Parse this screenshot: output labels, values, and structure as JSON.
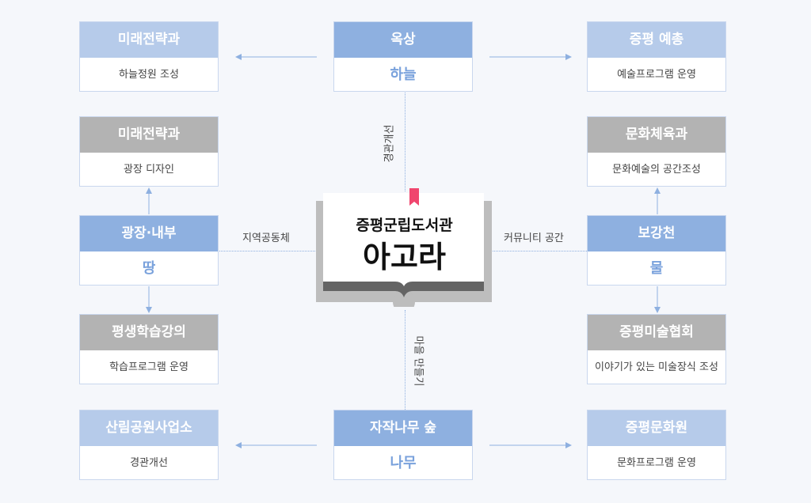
{
  "center": {
    "subtitle": "증평군립도서관",
    "title": "아고라"
  },
  "links": {
    "top": "경관개선",
    "bottom": "마을 만들기",
    "left": "지역공동체",
    "right": "커뮤니티 공간"
  },
  "boxes": {
    "top_left": {
      "header": "미래전략과",
      "body": "하늘정원 조성"
    },
    "top_center": {
      "header": "옥상",
      "body": "하늘"
    },
    "top_right": {
      "header": "증평 예총",
      "body": "예술프로그램 운영"
    },
    "left_upper": {
      "header": "미래전략과",
      "body": "광장 디자인"
    },
    "left_mid": {
      "header": "광장·내부",
      "body": "땅"
    },
    "left_lower": {
      "header": "평생학습강의",
      "body": "학습프로그램 운영"
    },
    "right_upper": {
      "header": "문화체육과",
      "body": "문화예술의 공간조성"
    },
    "right_mid": {
      "header": "보강천",
      "body": "물"
    },
    "right_lower": {
      "header": "증평미술협회",
      "body": "이야기가 있는 미술장식 조성"
    },
    "bottom_left": {
      "header": "산림공원사업소",
      "body": "경관개선"
    },
    "bottom_center": {
      "header": "자작나무 숲",
      "body": "나무"
    },
    "bottom_right": {
      "header": "증평문화원",
      "body": "문화프로그램 운영"
    }
  }
}
